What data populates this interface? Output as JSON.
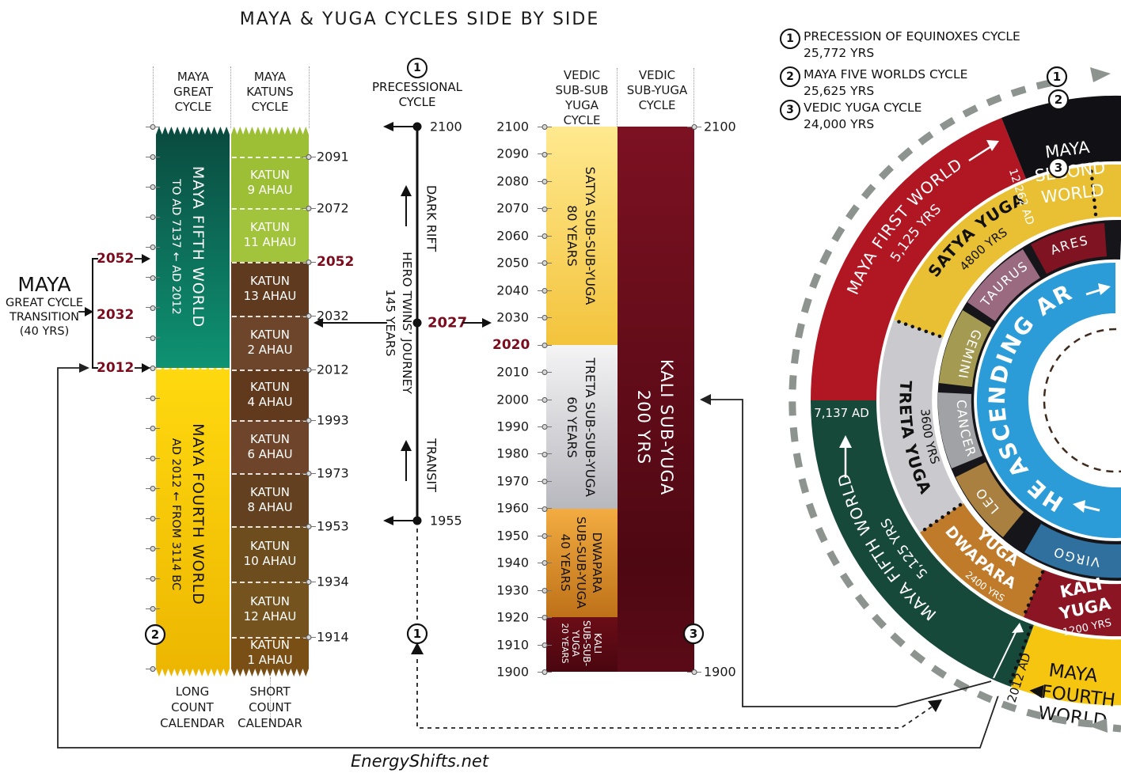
{
  "title": "MAYA & YUGA CYCLES SIDE BY SIDE",
  "footer": "EnergyShifts.net",
  "colors": {
    "dark_red": "#7A0C1E",
    "teal": "#0A5F4E",
    "gold": "#F2BC04",
    "blue": "#2B9CD8",
    "maroon": "#6B0D1A"
  },
  "legend": {
    "items": [
      {
        "num": "1",
        "name": "PRECESSION OF EQUINOXES CYCLE",
        "years": "25,772 YRS"
      },
      {
        "num": "2",
        "name": "MAYA FIVE WORLDS CYCLE",
        "years": "25,625 YRS"
      },
      {
        "num": "3",
        "name": "VEDIC YUGA CYCLE",
        "years": "24,000 YRS"
      }
    ]
  },
  "maya": {
    "great_header": "MAYA\nGREAT\nCYCLE",
    "katun_header": "MAYA\nKATUNS\nCYCLE",
    "long_count": "LONG\nCOUNT\nCALENDAR",
    "short_count": "SHORT\nCOUNT\nCALENDAR",
    "fifth_world_name": "MAYA FIFTH WORLD",
    "fifth_world_range": "TO AD 7137 ← AD 2012",
    "fourth_world_name": "MAYA FOURTH WORLD",
    "fourth_world_range": "AD 2012 ← FROM 3114 BC",
    "transition_title": "MAYA",
    "transition_lines": "GREAT CYCLE\nTRANSITION\n(40 YRS)",
    "transition_years": [
      "2052",
      "2032",
      "2012"
    ],
    "badge": "2",
    "katuns": [
      {
        "label": "KATUN\n9 AHAU"
      },
      {
        "label": "KATUN\n11 AHAU"
      },
      {
        "label": "KATUN\n13 AHAU"
      },
      {
        "label": "KATUN\n2 AHAU"
      },
      {
        "label": "KATUN\n4 AHAU"
      },
      {
        "label": "KATUN\n6 AHAU"
      },
      {
        "label": "KATUN\n8 AHAU"
      },
      {
        "label": "KATUN\n10 AHAU"
      },
      {
        "label": "KATUN\n12 AHAU"
      },
      {
        "label": "KATUN\n1 AHAU"
      }
    ],
    "years": [
      "2091",
      "2072",
      "2052",
      "2032",
      "2012",
      "1993",
      "1973",
      "1953",
      "1934",
      "1914"
    ]
  },
  "precession": {
    "num": "1",
    "header": "PRECESSIONAL\nCYCLE",
    "top_year": "2100",
    "mid_year": "2027",
    "bottom_year": "1955",
    "dark_rift": "DARK RIFT",
    "hero_line1": "HERO TWINS’ JOURNEY",
    "hero_line2": "145 YEARS",
    "transit": "TRANSIT",
    "num2": "1"
  },
  "vedic": {
    "subsub_header": "VEDIC\nSUB-SUB\nYUGA\nCYCLE",
    "subyuga_header": "VEDIC\nSUB-YUGA\nCYCLE",
    "left_years": [
      "2100",
      "2090",
      "2080",
      "2070",
      "2060",
      "2050",
      "2040",
      "2030",
      "2020",
      "2010",
      "2000",
      "1990",
      "1980",
      "1970",
      "1960",
      "1950",
      "1940",
      "1930",
      "1920",
      "1910",
      "1900"
    ],
    "right_top": "2100",
    "right_bottom": "1900",
    "satya": "SATYA SUB-SUB-YUGA",
    "satya_years": "80 YEARS",
    "treta": "TRETA SUB-SUB-YUGA",
    "treta_years": "60 YEARS",
    "dwapara": "DWAPARA",
    "dwapara2": "SUB-SUB-YUGA",
    "dwapara_years": "40 YEARS",
    "kali1": "KALI",
    "kali2": "SUB-SUB-",
    "kali3": "YUGA",
    "kali_years": "20 YEARS",
    "subyuga_name": "KALI SUB-YUGA",
    "subyuga_years": "200 YRS",
    "badge": "3"
  },
  "circle": {
    "second_world": [
      "MAYA",
      "SECOND",
      "WORLD"
    ],
    "first_world": "MAYA FIRST WORLD",
    "first_world_years": "5,125 YRS",
    "first_world_date": "12,262 AD",
    "fifth_world": "MAYA FIFTH WORLD",
    "fifth_world_years": "5,125 YRS",
    "fifth_world_date": "7,137 AD",
    "fourth_world": [
      "MAYA",
      "FOURTH",
      "WORLD"
    ],
    "fourth_world_date": "2012 AD",
    "satya": "SATYA YUGA",
    "satya_years": "4800 YRS",
    "treta": "TRETA YUGA",
    "treta_years": "3600 YRS",
    "dwapara": "DWAPARA",
    "dwapara2": "YUGA",
    "dwapara_years": "2400 YRS",
    "kali": "KALI",
    "kali2": "YUGA",
    "kali_years": "1200 YRS",
    "zodiac": [
      "ARES",
      "TAURUS",
      "GEMINI",
      "CANCER",
      "LEO",
      "VIRGO"
    ],
    "ascending": "THE ASCENDING ARC",
    "badges": [
      "1",
      "2",
      "3"
    ]
  }
}
